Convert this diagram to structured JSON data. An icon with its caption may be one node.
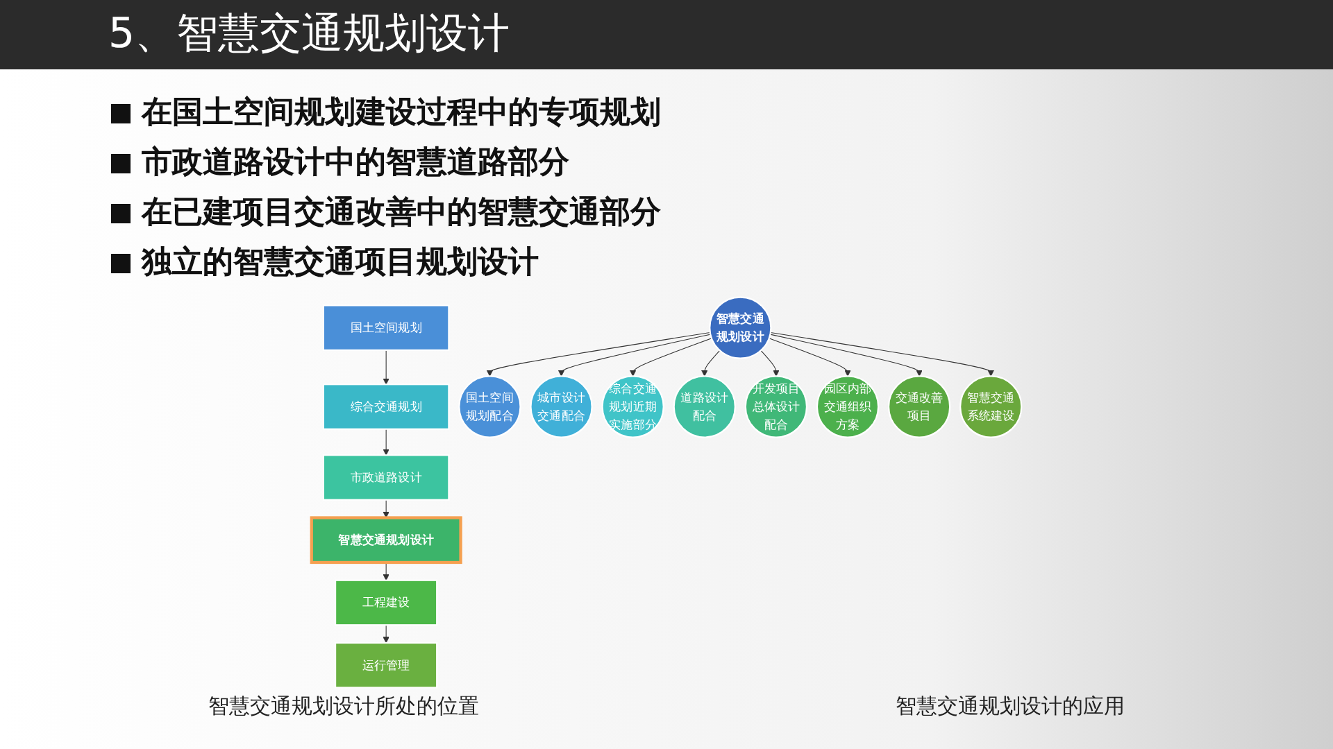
{
  "diagram": {
    "title": "5、智慧交通规划设计",
    "nodes": [
      {
        "text": [
          "国土空间规划"
        ]
      },
      {
        "text": [
          "综合交通规划"
        ]
      },
      {
        "text": [
          "市政道路设计"
        ]
      },
      {
        "text": [
          "智慧交通规划设计"
        ]
      },
      {
        "text": [
          "工程建设"
        ]
      },
      {
        "text": [
          "运行管理"
        ]
      },
      {
        "text": [
          "智慧交通规划设计"
        ]
      },
      {
        "text": [
          "国土空间规划配合"
        ]
      },
      {
        "text": [
          "城市设计交通配合"
        ]
      },
      {
        "text": [
          "综合交通规划近期实施部分"
        ]
      },
      {
        "text": [
          "道路设计配合"
        ]
      },
      {
        "text": [
          "开发项目总体设计配合"
        ]
      },
      {
        "text": [
          "园区内部交通组织方案"
        ]
      },
      {
        "text": [
          "交通改善项目"
        ]
      },
      {
        "text": [
          "智慧交通系统建设"
        ]
      }
    ],
    "edges": [
      {
        "from": 0,
        "to": 1,
        "arrow": "to"
      },
      {
        "from": 1,
        "to": 2,
        "arrow": "to"
      },
      {
        "from": 2,
        "to": 3,
        "arrow": "to"
      },
      {
        "from": 3,
        "to": 4,
        "arrow": "to"
      },
      {
        "from": 4,
        "to": 5,
        "arrow": "to"
      },
      {
        "from": 6,
        "to": 7,
        "arrow": "to"
      },
      {
        "from": 6,
        "to": 8,
        "arrow": "to"
      },
      {
        "from": 6,
        "to": 9,
        "arrow": "to"
      },
      {
        "from": 6,
        "to": 10,
        "arrow": "to"
      },
      {
        "from": 6,
        "to": 11,
        "arrow": "to"
      },
      {
        "from": 6,
        "to": 12,
        "arrow": "to"
      },
      {
        "from": 6,
        "to": 13,
        "arrow": "to"
      },
      {
        "from": 6,
        "to": 14,
        "arrow": "to"
      }
    ],
    "labels": [
      "在国土空间规划建设过程中的专项规划",
      "市政道路设计中的智慧道路部分",
      "在已建项目交通改善中的智慧交通部分",
      "独立的智慧交通项目规划设计",
      "智慧交通规划设计所处的位置",
      "智慧交通规划设计的应用"
    ]
  }
}
